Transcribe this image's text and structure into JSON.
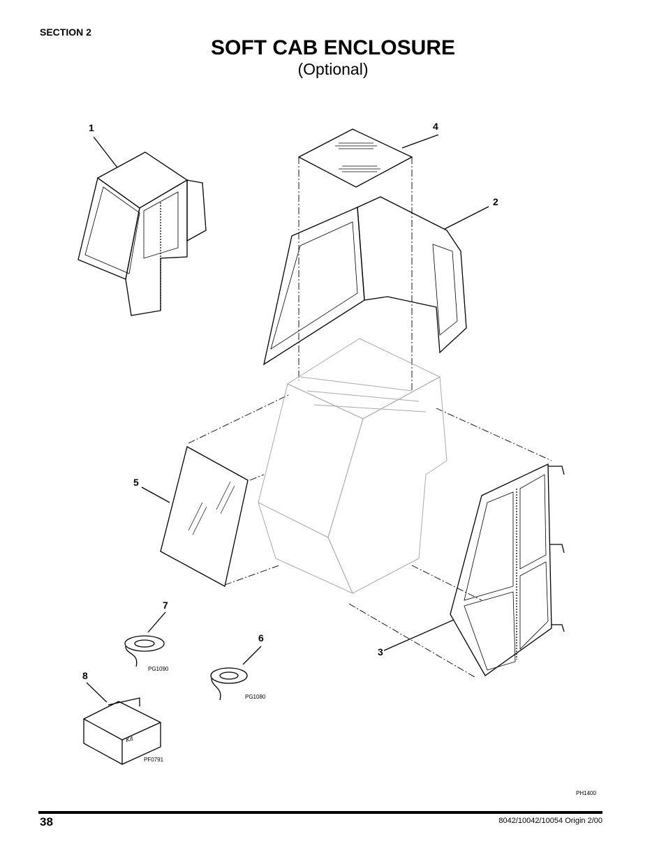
{
  "header": {
    "section": "SECTION 2",
    "title": "SOFT CAB ENCLOSURE",
    "subtitle": "(Optional)"
  },
  "callouts": {
    "c1": "1",
    "c2": "2",
    "c3": "3",
    "c4": "4",
    "c5": "5",
    "c6": "6",
    "c7": "7",
    "c8": "8"
  },
  "part_codes": {
    "pg1090": "PG1090",
    "pg1080": "PG1080",
    "pf0791": "PF0791",
    "ph1400": "PH1400"
  },
  "kit_label": "Kit",
  "footer": {
    "page_number": "38",
    "reference": "8042/10042/10054 Origin 2/00"
  }
}
